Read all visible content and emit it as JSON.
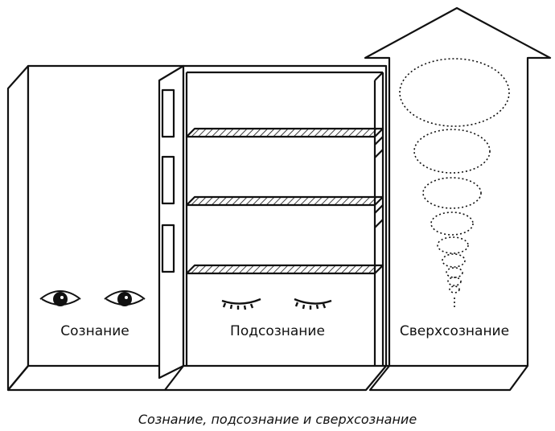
{
  "labels": {
    "conscious": "Сознание",
    "subconscious": "Подсознание",
    "superconscious": "Сверхсознание"
  },
  "caption": "Сознание, подсознание и сверхсознание",
  "colors": {
    "ink": "#111111",
    "background": "#ffffff"
  }
}
